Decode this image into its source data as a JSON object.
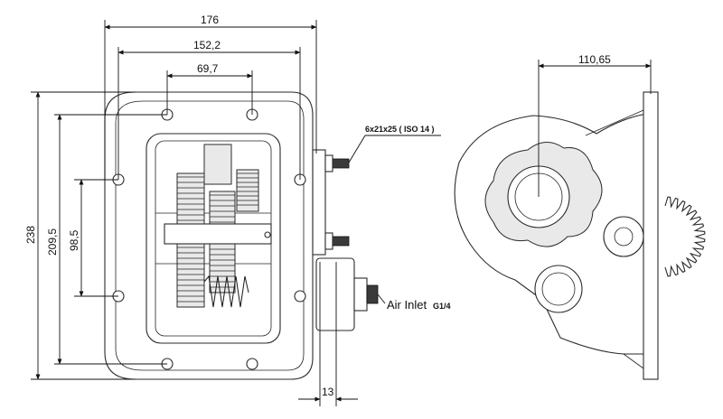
{
  "dimensions": {
    "overall_width": "176",
    "hole_pitch_width": "152,2",
    "inner_hole_pitch": "69,7",
    "overall_height": "238",
    "hole_pitch_height": "209,5",
    "inner_hole_height": "98,5",
    "flange_thickness": "13",
    "shaft_offset": "110,65"
  },
  "labels": {
    "stud_spec": "6x21x25 ( ISO 14 )",
    "air_inlet": "Air Inlet",
    "air_inlet_thread": "G1/4"
  }
}
